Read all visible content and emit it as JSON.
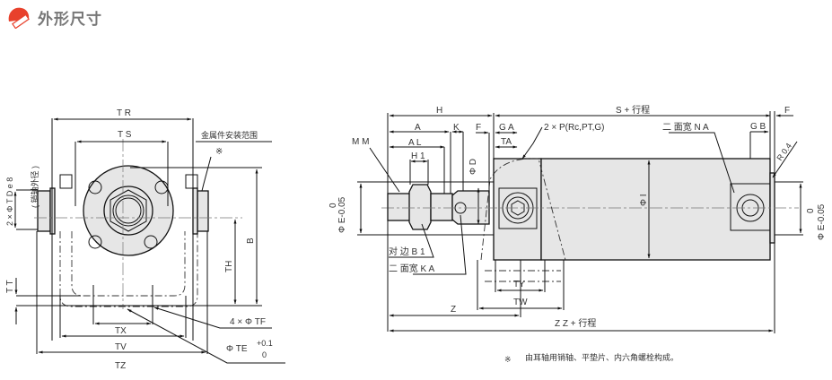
{
  "header": {
    "title": "外形尺寸",
    "logo_color": "#e8412c"
  },
  "left_view": {
    "TR": "T R",
    "TS": "T S",
    "mount_range": "金属件安装范围",
    "note_mark": "※",
    "TD": "2 × Φ T D e 8",
    "pin_dia": "( 销轴外径 )",
    "TT": "T T",
    "B": "B",
    "TH": "TH",
    "TF": "4 × Φ TF",
    "TE": "Φ TE",
    "TE_tol_upper": "+0.1",
    "TE_tol_lower": "0",
    "TX": "TX",
    "TV": "TV",
    "TZ": "TZ"
  },
  "side_view": {
    "H": "H",
    "A": "A",
    "K": "K",
    "F": "F",
    "GA": "G A",
    "TA": "TA",
    "AL": "A L",
    "H1": "H 1",
    "MM": "M M",
    "port": "2 × P(Rc,PT,G)",
    "D": "Φ D",
    "I": "Φ I",
    "E_left": "Φ E-0.05",
    "E_left_upper": "0",
    "B1": "对 边 B 1",
    "KA": "二  面宽     K A",
    "S": "S +  行程",
    "F_right": "F",
    "NA": "二  面宽     N A",
    "GB": "G B",
    "R": "R 0.4",
    "E_right": "Φ E-0.05",
    "E_right_upper": "0",
    "TY": "TY",
    "TW": "TW",
    "Z": "Z",
    "ZZ": "Z  Z +   行程"
  },
  "footnote": {
    "mark": "※",
    "text": "由耳轴用销轴、平垫片、内六角螺栓构成。"
  }
}
